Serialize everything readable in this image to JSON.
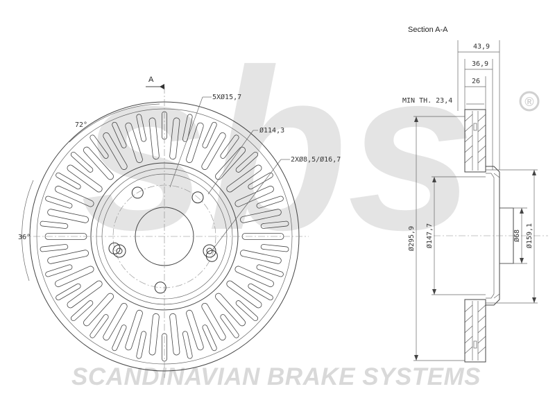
{
  "watermark": {
    "logo_letters": "sbs",
    "registered_mark": "®",
    "tagline": "SCANDINAVIAN BRAKE SYSTEMS",
    "color": "#d9d9d9"
  },
  "front_view": {
    "section_marker": "A",
    "labels": {
      "bolt_holes": "5XØ15,7",
      "pcd": "Ø114,3",
      "screw_holes": "2XØ8,5/Ø16,7",
      "angle_72": "72°",
      "angle_36": "36°"
    }
  },
  "section_view": {
    "title": "Section A-A",
    "dimensions": {
      "total_height": "43,9",
      "hat_height": "36,9",
      "thickness": "26",
      "min_thickness": "MIN TH. 23,4",
      "diameter_outer": "Ø295,9",
      "diameter_hat": "Ø147,7",
      "diameter_center": "Ø68",
      "diameter_hub": "Ø159,1"
    }
  }
}
